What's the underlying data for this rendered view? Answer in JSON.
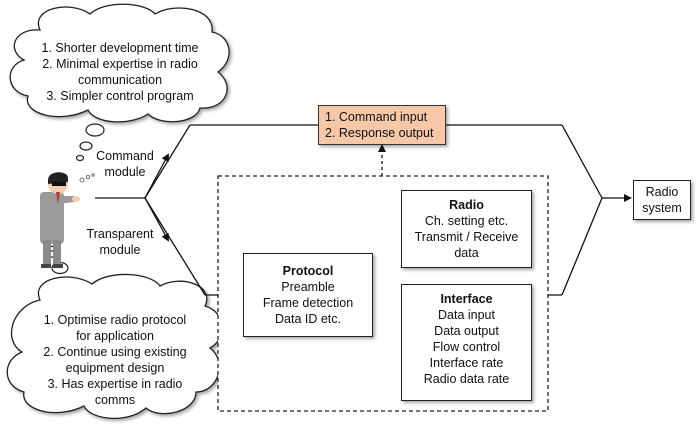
{
  "cloud_top": {
    "lines": [
      "1. Shorter development time",
      "2. Minimal expertise in radio",
      "communication",
      "3. Simpler control program"
    ]
  },
  "cloud_bottom": {
    "lines": [
      "1. Optimise radio protocol",
      "for application",
      "2. Continue using existing",
      "equipment design",
      "3. Has expertise in radio",
      "comms"
    ]
  },
  "labels": {
    "command_module": [
      "Command",
      "module"
    ],
    "transparent_module": [
      "Transparent",
      "module"
    ]
  },
  "command_box": {
    "lines": [
      "1. Command input",
      "2. Response output"
    ],
    "color": "#f6c8a8"
  },
  "radio_system": {
    "lines": [
      "Radio",
      "system"
    ]
  },
  "protocol_box": {
    "title": "Protocol",
    "lines": [
      "Preamble",
      "Frame detection",
      "Data ID etc."
    ]
  },
  "radio_box": {
    "title": "Radio",
    "lines": [
      "Ch. setting etc.",
      "Transmit / Receive",
      "data"
    ]
  },
  "interface_box": {
    "title": "Interface",
    "lines": [
      "Data input",
      "Data output",
      "Flow control",
      "Interface rate",
      "Radio data rate"
    ]
  },
  "person_icon": "person-icon"
}
